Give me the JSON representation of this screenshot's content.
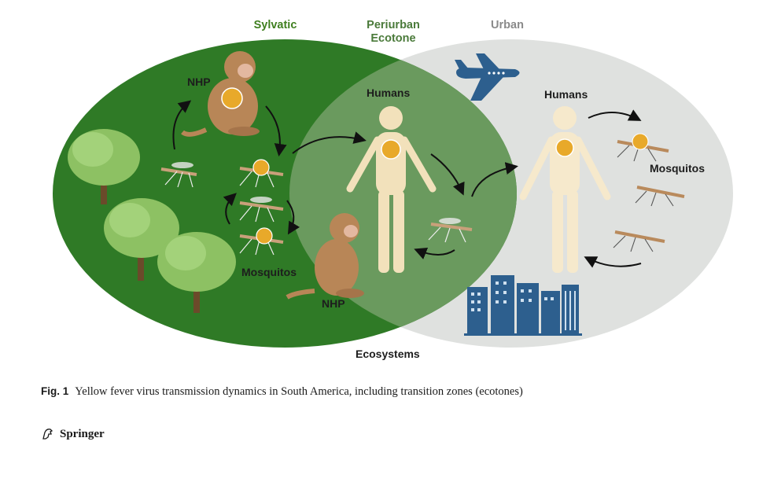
{
  "zones": {
    "sylvatic": "Sylvatic",
    "periurban_line1": "Periurban",
    "periurban_line2": "Ecotone",
    "urban": "Urban"
  },
  "labels": {
    "nhp_top": "NHP",
    "nhp_bottom": "NHP",
    "humans_center": "Humans",
    "humans_right": "Humans",
    "mosquitos_left": "Mosquitos",
    "mosquitos_right": "Mosquitos",
    "ecosystems": "Ecosystems"
  },
  "caption": {
    "figure_number": "Fig. 1",
    "text": "Yellow fever virus transmission dynamics in South America, including transition zones (ecotones)"
  },
  "footer": {
    "publisher": "Springer"
  },
  "colors": {
    "sylvatic_fill": "#2f7a26",
    "urban_fill": "#dfe1df",
    "overlap_fill": "#6a9a5e",
    "virus_gold": "#e8a92a",
    "airplane_blue": "#2d5f8e"
  }
}
